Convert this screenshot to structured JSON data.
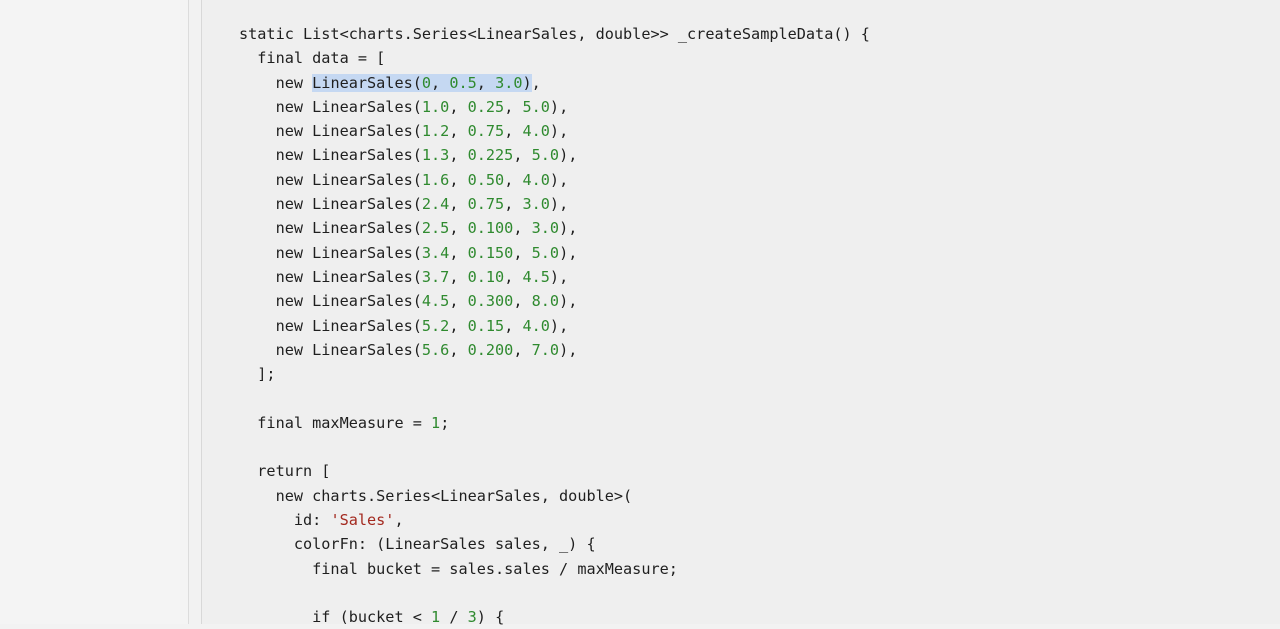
{
  "code": {
    "lines": [
      [
        {
          "t": "static List<charts.Series<LinearSales, double>> _createSampleData() {"
        }
      ],
      [
        {
          "t": "  final data = ["
        }
      ],
      [
        {
          "t": "    new "
        },
        {
          "t": "LinearSales(",
          "c": "sel"
        },
        {
          "t": "0",
          "c": "num sel"
        },
        {
          "t": ", ",
          "c": "sel"
        },
        {
          "t": "0.5",
          "c": "num sel"
        },
        {
          "t": ", ",
          "c": "sel"
        },
        {
          "t": "3.0",
          "c": "num sel"
        },
        {
          "t": ")",
          "c": "sel"
        },
        {
          "t": ","
        }
      ],
      [
        {
          "t": "    new LinearSales("
        },
        {
          "t": "1.0",
          "c": "num"
        },
        {
          "t": ", "
        },
        {
          "t": "0.25",
          "c": "num"
        },
        {
          "t": ", "
        },
        {
          "t": "5.0",
          "c": "num"
        },
        {
          "t": "),"
        }
      ],
      [
        {
          "t": "    new LinearSales("
        },
        {
          "t": "1.2",
          "c": "num"
        },
        {
          "t": ", "
        },
        {
          "t": "0.75",
          "c": "num"
        },
        {
          "t": ", "
        },
        {
          "t": "4.0",
          "c": "num"
        },
        {
          "t": "),"
        }
      ],
      [
        {
          "t": "    new LinearSales("
        },
        {
          "t": "1.3",
          "c": "num"
        },
        {
          "t": ", "
        },
        {
          "t": "0.225",
          "c": "num"
        },
        {
          "t": ", "
        },
        {
          "t": "5.0",
          "c": "num"
        },
        {
          "t": "),"
        }
      ],
      [
        {
          "t": "    new LinearSales("
        },
        {
          "t": "1.6",
          "c": "num"
        },
        {
          "t": ", "
        },
        {
          "t": "0.50",
          "c": "num"
        },
        {
          "t": ", "
        },
        {
          "t": "4.0",
          "c": "num"
        },
        {
          "t": "),"
        }
      ],
      [
        {
          "t": "    new LinearSales("
        },
        {
          "t": "2.4",
          "c": "num"
        },
        {
          "t": ", "
        },
        {
          "t": "0.75",
          "c": "num"
        },
        {
          "t": ", "
        },
        {
          "t": "3.0",
          "c": "num"
        },
        {
          "t": "),"
        }
      ],
      [
        {
          "t": "    new LinearSales("
        },
        {
          "t": "2.5",
          "c": "num"
        },
        {
          "t": ", "
        },
        {
          "t": "0.100",
          "c": "num"
        },
        {
          "t": ", "
        },
        {
          "t": "3.0",
          "c": "num"
        },
        {
          "t": "),"
        }
      ],
      [
        {
          "t": "    new LinearSales("
        },
        {
          "t": "3.4",
          "c": "num"
        },
        {
          "t": ", "
        },
        {
          "t": "0.150",
          "c": "num"
        },
        {
          "t": ", "
        },
        {
          "t": "5.0",
          "c": "num"
        },
        {
          "t": "),"
        }
      ],
      [
        {
          "t": "    new LinearSales("
        },
        {
          "t": "3.7",
          "c": "num"
        },
        {
          "t": ", "
        },
        {
          "t": "0.10",
          "c": "num"
        },
        {
          "t": ", "
        },
        {
          "t": "4.5",
          "c": "num"
        },
        {
          "t": "),"
        }
      ],
      [
        {
          "t": "    new LinearSales("
        },
        {
          "t": "4.5",
          "c": "num"
        },
        {
          "t": ", "
        },
        {
          "t": "0.300",
          "c": "num"
        },
        {
          "t": ", "
        },
        {
          "t": "8.0",
          "c": "num"
        },
        {
          "t": "),"
        }
      ],
      [
        {
          "t": "    new LinearSales("
        },
        {
          "t": "5.2",
          "c": "num"
        },
        {
          "t": ", "
        },
        {
          "t": "0.15",
          "c": "num"
        },
        {
          "t": ", "
        },
        {
          "t": "4.0",
          "c": "num"
        },
        {
          "t": "),"
        }
      ],
      [
        {
          "t": "    new LinearSales("
        },
        {
          "t": "5.6",
          "c": "num"
        },
        {
          "t": ", "
        },
        {
          "t": "0.200",
          "c": "num"
        },
        {
          "t": ", "
        },
        {
          "t": "7.0",
          "c": "num"
        },
        {
          "t": "),"
        }
      ],
      [
        {
          "t": "  ];"
        }
      ],
      [],
      [
        {
          "t": "  final maxMeasure = "
        },
        {
          "t": "1",
          "c": "num"
        },
        {
          "t": ";"
        }
      ],
      [],
      [
        {
          "t": "  return ["
        }
      ],
      [
        {
          "t": "    new charts.Series<LinearSales, double>("
        }
      ],
      [
        {
          "t": "      id: "
        },
        {
          "t": "'Sales'",
          "c": "str"
        },
        {
          "t": ","
        }
      ],
      [
        {
          "t": "      colorFn: (LinearSales sales, _) {"
        }
      ],
      [
        {
          "t": "        final bucket = sales.sales / maxMeasure;"
        }
      ],
      [],
      [
        {
          "t": "        if (bucket < "
        },
        {
          "t": "1",
          "c": "num"
        },
        {
          "t": " / "
        },
        {
          "t": "3",
          "c": "num"
        },
        {
          "t": ") {"
        }
      ]
    ]
  },
  "colors": {
    "background": "#f2f2f2",
    "code_background": "#efefef",
    "text": "#1f1f1f",
    "number": "#2f8a2f",
    "string": "#a3291f",
    "selection": "#c5d8f2"
  }
}
